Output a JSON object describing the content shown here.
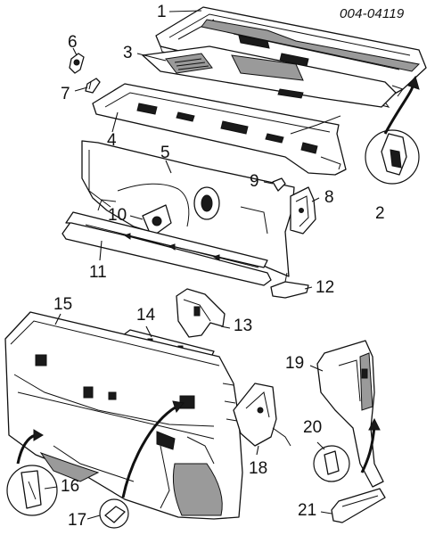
{
  "reference_code": "004-04119",
  "labels": {
    "p1": "1",
    "p2": "2",
    "p3": "3",
    "p4": "4",
    "p5": "5",
    "p6": "6",
    "p7": "7",
    "p8": "8",
    "p9": "9",
    "p10": "10",
    "p11": "11",
    "p12": "12",
    "p13": "13",
    "p14": "14",
    "p15": "15",
    "p16": "16",
    "p17": "17",
    "p18": "18",
    "p19": "19",
    "p20": "20",
    "p21": "21"
  }
}
